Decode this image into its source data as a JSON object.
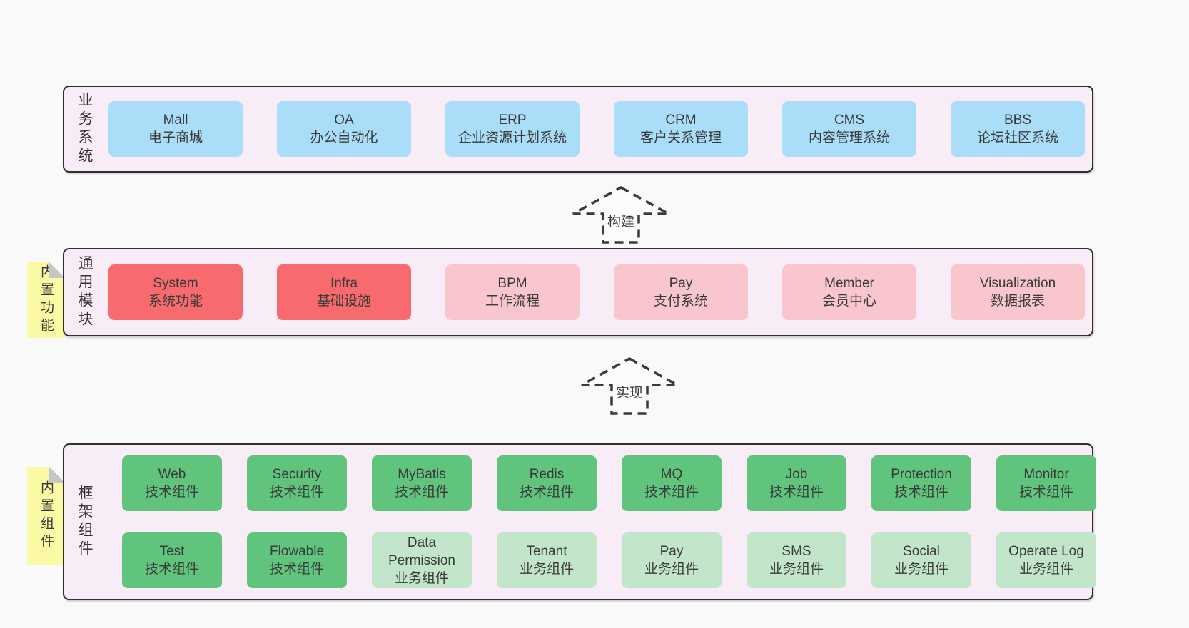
{
  "colors": {
    "page_background": "#f9f9f9",
    "panel_background": "#f8edf6",
    "panel_border": "#2f2f2f",
    "blue_box": "#a9ddf8",
    "red_box": "#f76b6e",
    "pink_box": "#f9c6ce",
    "green_box": "#60c47c",
    "light_green_box": "#c3e6cb",
    "sticky_note": "#fbf9a3",
    "note_fold": "#c6c6c6",
    "text": "#3a3a3a"
  },
  "layers": [
    {
      "label": "业务系统",
      "boxes": [
        {
          "name": "Mall",
          "sub": "电子商城",
          "variant": "blue"
        },
        {
          "name": "OA",
          "sub": "办公自动化",
          "variant": "blue"
        },
        {
          "name": "ERP",
          "sub": "企业资源计划系统",
          "variant": "blue"
        },
        {
          "name": "CRM",
          "sub": "客户关系管理",
          "variant": "blue"
        },
        {
          "name": "CMS",
          "sub": "内容管理系统",
          "variant": "blue"
        },
        {
          "name": "BBS",
          "sub": "论坛社区系统",
          "variant": "blue"
        }
      ]
    },
    {
      "label": "通用模块",
      "note": "内置功能",
      "boxes": [
        {
          "name": "System",
          "sub": "系统功能",
          "variant": "red"
        },
        {
          "name": "Infra",
          "sub": "基础设施",
          "variant": "red"
        },
        {
          "name": "BPM",
          "sub": "工作流程",
          "variant": "pink"
        },
        {
          "name": "Pay",
          "sub": "支付系统",
          "variant": "pink"
        },
        {
          "name": "Member",
          "sub": "会员中心",
          "variant": "pink"
        },
        {
          "name": "Visualization",
          "sub": "数据报表",
          "variant": "pink"
        }
      ]
    },
    {
      "label": "框架组件",
      "note": "内置组件",
      "rows": [
        [
          {
            "name": "Web",
            "sub": "技术组件",
            "variant": "green"
          },
          {
            "name": "Security",
            "sub": "技术组件",
            "variant": "green"
          },
          {
            "name": "MyBatis",
            "sub": "技术组件",
            "variant": "green"
          },
          {
            "name": "Redis",
            "sub": "技术组件",
            "variant": "green"
          },
          {
            "name": "MQ",
            "sub": "技术组件",
            "variant": "green"
          },
          {
            "name": "Job",
            "sub": "技术组件",
            "variant": "green"
          },
          {
            "name": "Protection",
            "sub": "技术组件",
            "variant": "green"
          },
          {
            "name": "Monitor",
            "sub": "技术组件",
            "variant": "green"
          }
        ],
        [
          {
            "name": "Test",
            "sub": "技术组件",
            "variant": "green"
          },
          {
            "name": "Flowable",
            "sub": "技术组件",
            "variant": "green"
          },
          {
            "name": "Data Permission",
            "sub": "业务组件",
            "variant": "lightgreen"
          },
          {
            "name": "Tenant",
            "sub": "业务组件",
            "variant": "lightgreen"
          },
          {
            "name": "Pay",
            "sub": "业务组件",
            "variant": "lightgreen"
          },
          {
            "name": "SMS",
            "sub": "业务组件",
            "variant": "lightgreen"
          },
          {
            "name": "Social",
            "sub": "业务组件",
            "variant": "lightgreen"
          },
          {
            "name": "Operate Log",
            "sub": "业务组件",
            "variant": "lightgreen"
          }
        ]
      ]
    }
  ],
  "arrows": [
    {
      "label": "构建"
    },
    {
      "label": "实现"
    }
  ]
}
